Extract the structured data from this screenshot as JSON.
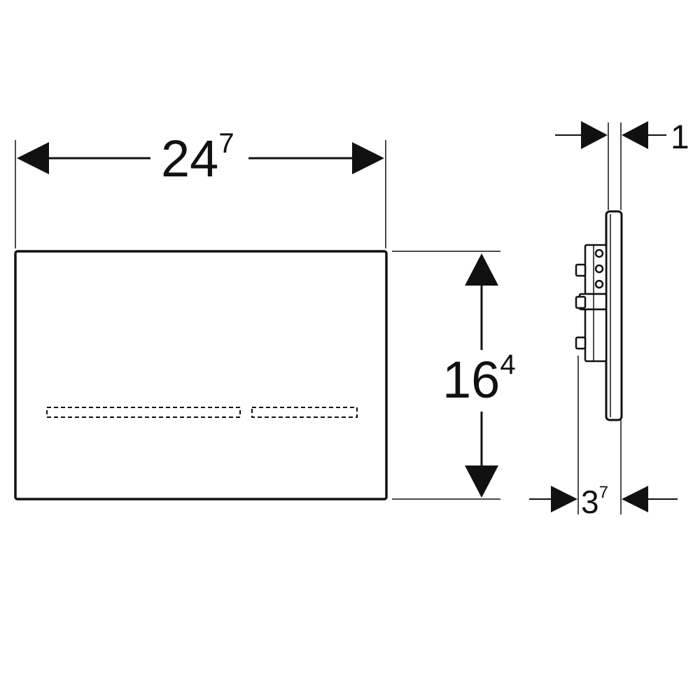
{
  "dimensions": {
    "width": {
      "main": "24",
      "sup": "7"
    },
    "height": {
      "main": "16",
      "sup": "4"
    },
    "plate_thickness": {
      "main": "1",
      "sup": ""
    },
    "total_depth": {
      "main": "3",
      "sup": "7"
    }
  },
  "colors": {
    "line": "#111111",
    "background": "#ffffff"
  }
}
